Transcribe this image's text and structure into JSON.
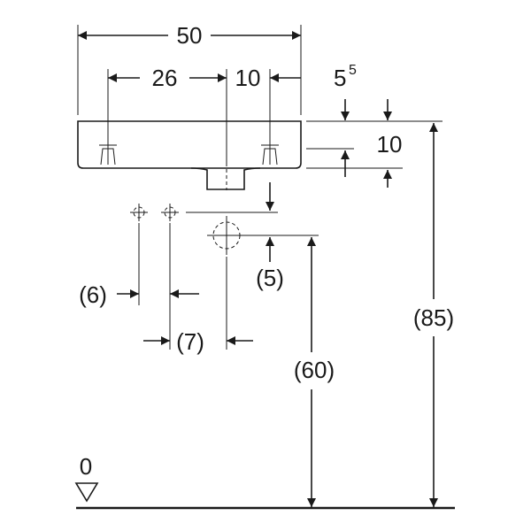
{
  "dimensions": {
    "overall_width": "50",
    "left_tap_offset": "26",
    "tap_spacing": "10",
    "rim_offset_base": "5",
    "rim_offset_sup": "5",
    "basin_height": "10",
    "supply_offset": "(5)",
    "left_supply_offset": "(6)",
    "right_supply_offset": "(7)",
    "supply_height": "(60)",
    "rim_height": "(85)",
    "floor_level": "0"
  }
}
